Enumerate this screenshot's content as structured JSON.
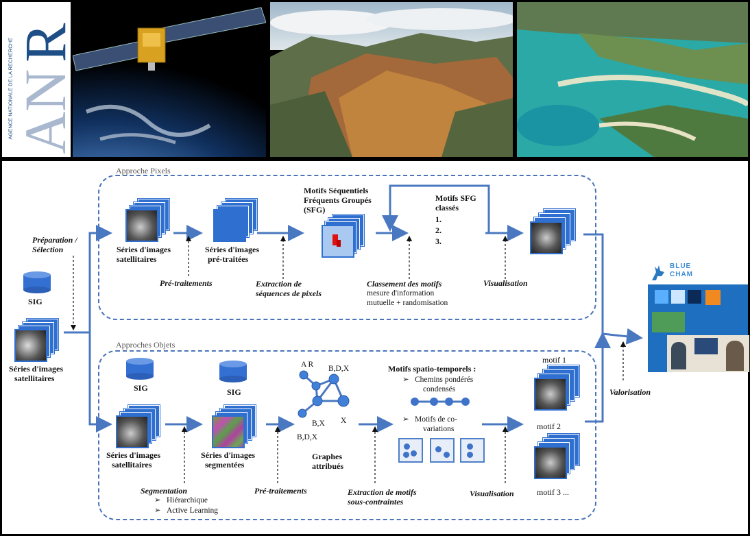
{
  "banner": {
    "logo_text": "ANR",
    "logo_subtitle": "AGENCE NATIONALE DE LA RECHERCHE"
  },
  "diagram": {
    "region_pixels": "Approche Pixels",
    "region_objects": "Approches Objets",
    "prep_line1": "Préparation /",
    "prep_line2": "Sélection",
    "sig": "SIG",
    "series_line1": "Séries d'images",
    "series_line2": "satellitaires",
    "pre_line1": "Séries d'images",
    "pre_line2": "pré-traitées",
    "sfg_line1": "Motifs Séquentiels",
    "sfg_line2": "Fréquents Groupés",
    "sfg_line3": "(SFG)",
    "sfgc_line1": "Motifs SFG",
    "sfgc_line2": "classés",
    "sfgc_1": "1.",
    "sfgc_2": "2.",
    "sfgc_3": "3.",
    "pretraitements": "Pré-traitements",
    "extraction_line1": "Extraction de",
    "extraction_line2": "séquences de pixels",
    "classement": "Classement des motifs",
    "classement_sub1": "mesure d'information",
    "classement_sub2": "mutuelle + randomisation",
    "visualisation": "Visualisation",
    "valorisation": "Valorisation",
    "seg_line1": "Séries d'images",
    "seg_line2": "segmentées",
    "graphes_line1": "Graphes",
    "graphes_line2": "attribués",
    "node_ar": "A R",
    "node_bdx1": "B,D,X",
    "node_bx": "B,X",
    "node_x": "X",
    "node_bdx2": "B,D,X",
    "motifs_st": "Motifs spatio-temporels :",
    "chemins_line1": "Chemins pondérés",
    "chemins_line2": "condensés",
    "covar_line1": "Motifs de co-",
    "covar_line2": "variations",
    "segmentation": "Segmentation",
    "hierarchique": "Hiérarchique",
    "active_learning": "Active Learning",
    "extraction_motifs_line1": "Extraction de motifs",
    "extraction_motifs_line2": "sous-contraintes",
    "motif1": "motif 1",
    "motif2": "motif 2",
    "motif3": "motif 3 ...",
    "bluecham_line1": "BLUE",
    "bluecham_line2": "CHAM"
  },
  "colors": {
    "arrow": "#4a78c0",
    "stack_blue": "#2f6fd0",
    "region_dash": "#4a74b8"
  }
}
